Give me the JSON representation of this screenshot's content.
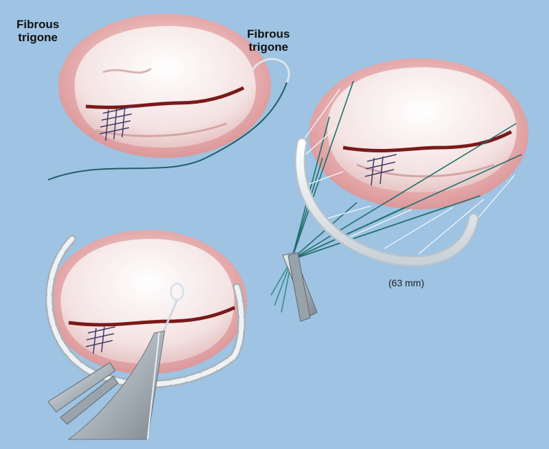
{
  "labels": {
    "fibrous_trigone_left": [
      "Fibrous",
      "trigone"
    ],
    "fibrous_trigone_right": [
      "Fibrous",
      "trigone"
    ],
    "ring_size": "(63 mm)"
  },
  "colors": {
    "background": "#9ec3e3",
    "tissue_outer": "#e4a9a9",
    "leaflet": "#f6eaea",
    "commissure": "#7a1a1a",
    "suture_green": "#1e6f6a",
    "suture_white": "#f4f8fb",
    "ring": "#e8ecef",
    "instrument": "#b5bdc4"
  },
  "icons": [
    "needle-holder-icon",
    "forceps-icon",
    "suture-needle-icon"
  ]
}
